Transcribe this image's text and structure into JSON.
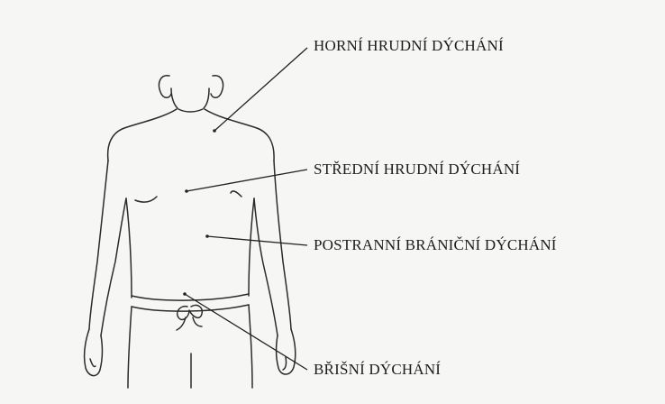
{
  "labels": {
    "upper_chest": "HORNÍ HRUDNÍ DÝCHÁNÍ",
    "middle_chest": "STŘEDNÍ HRUDNÍ DÝCHÁNÍ",
    "lateral_diaphragm": "POSTRANNÍ BRÁNIČNÍ DÝCHÁNÍ",
    "abdominal": "BŘIŠNÍ DÝCHÁNÍ"
  }
}
